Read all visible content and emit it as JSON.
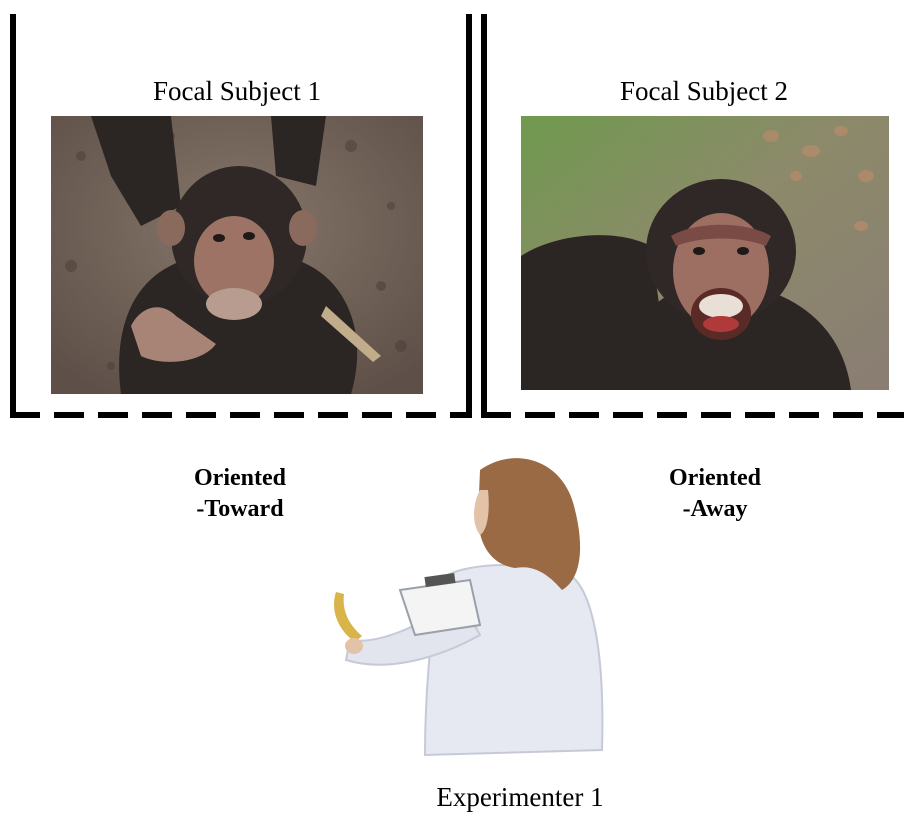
{
  "subjects": [
    {
      "label": "Focal Subject 1"
    },
    {
      "label": "Focal Subject 2"
    }
  ],
  "orientation": {
    "toward_line1": "Oriented",
    "toward_line2": "-Toward",
    "away_line1": "Oriented",
    "away_line2": "-Away"
  },
  "experimenter": {
    "label": "Experimenter 1"
  },
  "colors": {
    "walls": "#000000",
    "ground_s1": "#7a6a5e",
    "grass_s2": "#6f9a4e",
    "fur": "#2b2523",
    "face": "#9c7364",
    "coat": "#e6e9f2",
    "hair": "#9a6a44",
    "banana": "#d8b44a"
  }
}
